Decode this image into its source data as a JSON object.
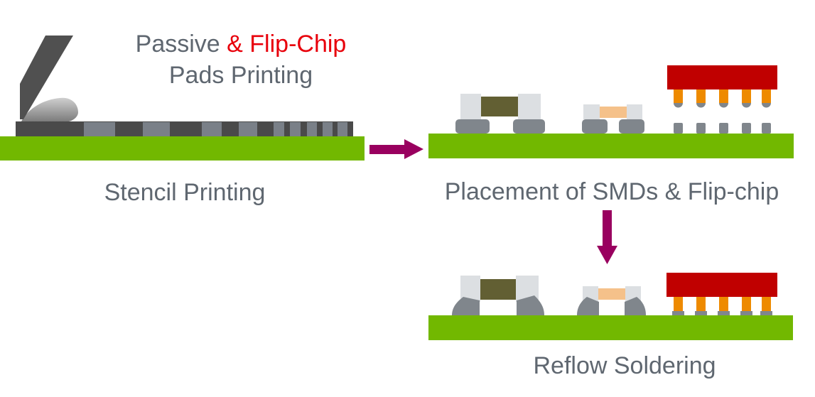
{
  "title": {
    "line1_part1": "Passive ",
    "line1_part2": "& Flip-Chip",
    "line2": "Pads Printing"
  },
  "labels": {
    "stencil": "Stencil Printing",
    "placement": "Placement of SMDs & Flip-chip",
    "reflow": "Reflow Soldering"
  },
  "colors": {
    "board": "#72b800",
    "stencil": "#4a4a4a",
    "squeegee": "#505050",
    "paste": "#7a8088",
    "solder": "#80868c",
    "component_end": "#dcdfe2",
    "component_body_dark": "#625f33",
    "component_body_light": "#f5c18a",
    "chip": "#c00000",
    "bump": "#ee8a00",
    "arrow": "#99005f",
    "text_gray": "#5f6770",
    "text_red": "#e8000b"
  }
}
